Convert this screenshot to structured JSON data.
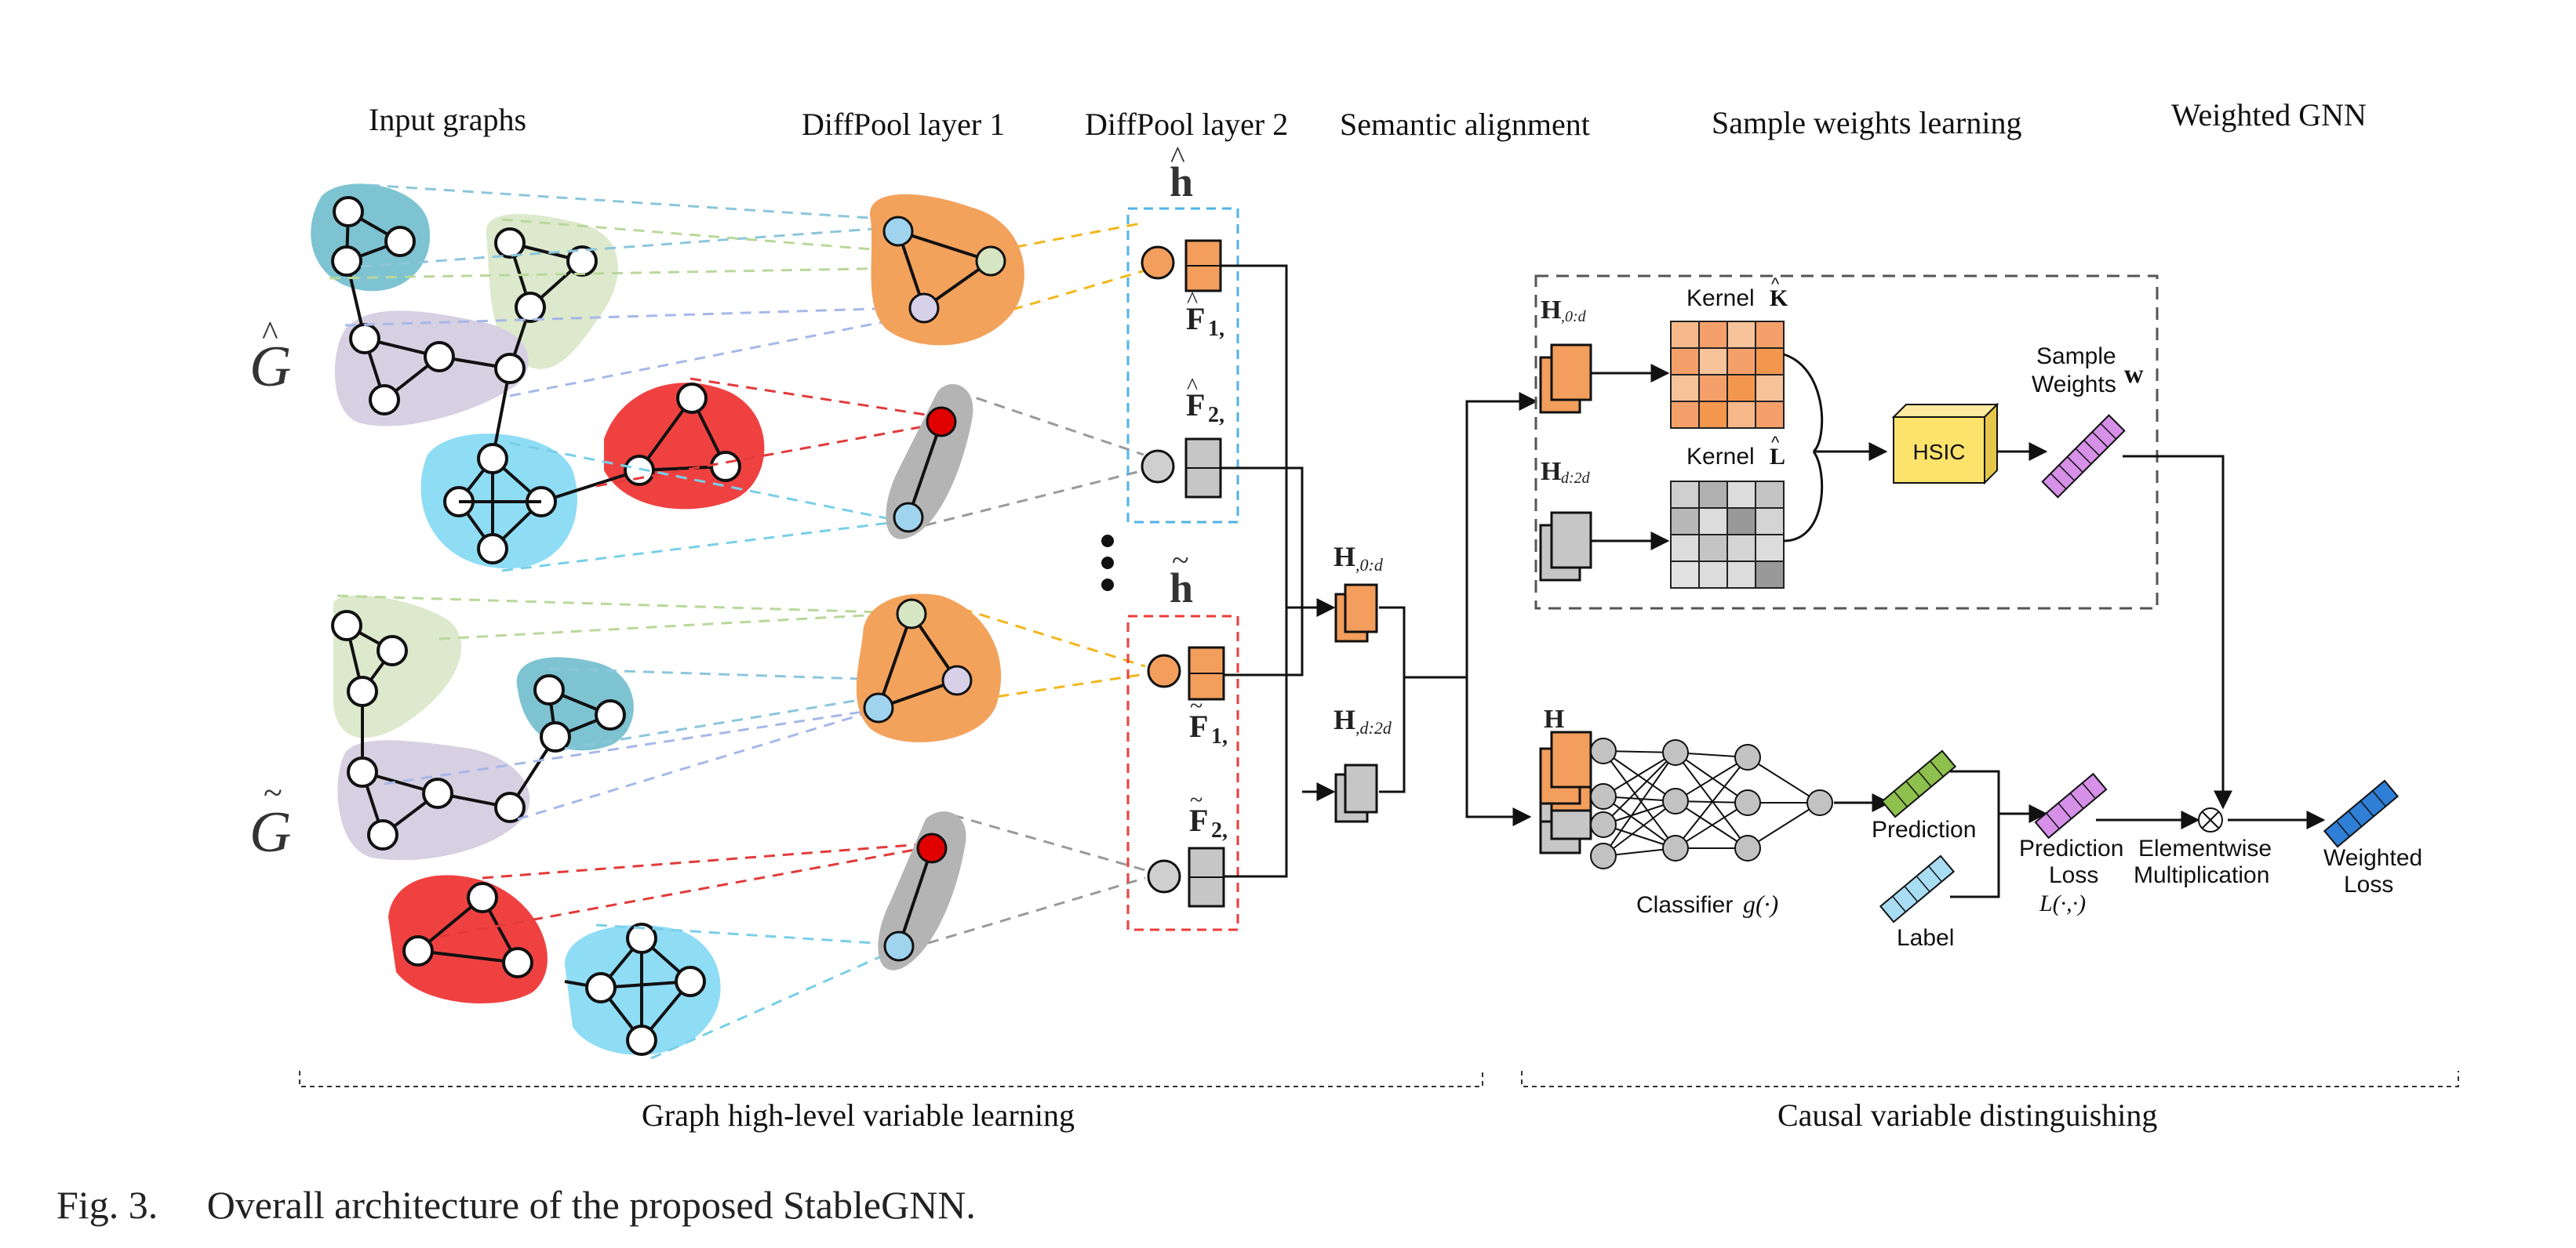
{
  "headers": {
    "input_graphs": "Input graphs",
    "diffpool1": "DiffPool layer 1",
    "diffpool2": "DiffPool layer 2",
    "semantic": "Semantic alignment",
    "sample_weights": "Sample weights learning",
    "weighted_gnn": "Weighted GNN"
  },
  "math": {
    "G_hat": "G",
    "G_tilde": "G",
    "h_hat": "h",
    "h_tilde": "h",
    "F1_hat": "F",
    "F1_hat_sub": "1,",
    "F2_hat": "F",
    "F2_hat_sub": "2,",
    "F1_tilde": "F",
    "F1_tilde_sub": "1,",
    "F2_tilde": "F",
    "F2_tilde_sub": "2,",
    "H0d": "H",
    "H0d_sub": ",0:d",
    "Hd2d": "H",
    "Hd2d_sub": ",d:2d",
    "H": "H",
    "H0d_kernel": "H",
    "H0d_kernel_sub": ",0:d",
    "Hd2d_kernel": "H",
    "Hd2d_kernel_sub": "d:2d",
    "w": "w",
    "L_fn": "L(·,·)",
    "g_fn": "g(·)"
  },
  "labels": {
    "kernel_k": "Kernel",
    "kernel_k_sym": "K",
    "kernel_l": "Kernel",
    "kernel_l_sym": "L",
    "hsic": "HSIC",
    "sample": "Sample",
    "weights": "Weights",
    "classifier": "Classifier",
    "prediction": "Prediction",
    "label": "Label",
    "prediction_loss_1": "Prediction",
    "prediction_loss_2": "Loss",
    "elementwise_1": "Elementwise",
    "elementwise_2": "Multiplication",
    "weighted_loss_1": "Weighted",
    "weighted_loss_2": "Loss",
    "multiply_symbol": "⊗"
  },
  "sections": {
    "left": "Graph high-level variable learning",
    "right": "Causal variable distinguishing"
  },
  "caption": "Fig. 3.     Overall architecture of the proposed StableGNN.",
  "colors": {
    "teal_blob": "#7ec3d2",
    "green_blob": "#dde9cc",
    "purple_blob": "#d7d0e2",
    "cyan_blob": "#8fdcf5",
    "red_blob": "#f04141",
    "orange_blob": "#f3a25c",
    "gray_blob": "#b4b4b4",
    "orange_feature": "#f39e5c",
    "gray_feature": "#c6c6c6",
    "hsic_yellow": "#fde26c",
    "purple_vector": "#d690e8",
    "green_vector": "#8ec04d",
    "light_blue_vector": "#a8dcf2",
    "blue_vector": "#2f7fd6",
    "box_blue": "#4fb3e8",
    "box_red": "#ee3b3b"
  }
}
